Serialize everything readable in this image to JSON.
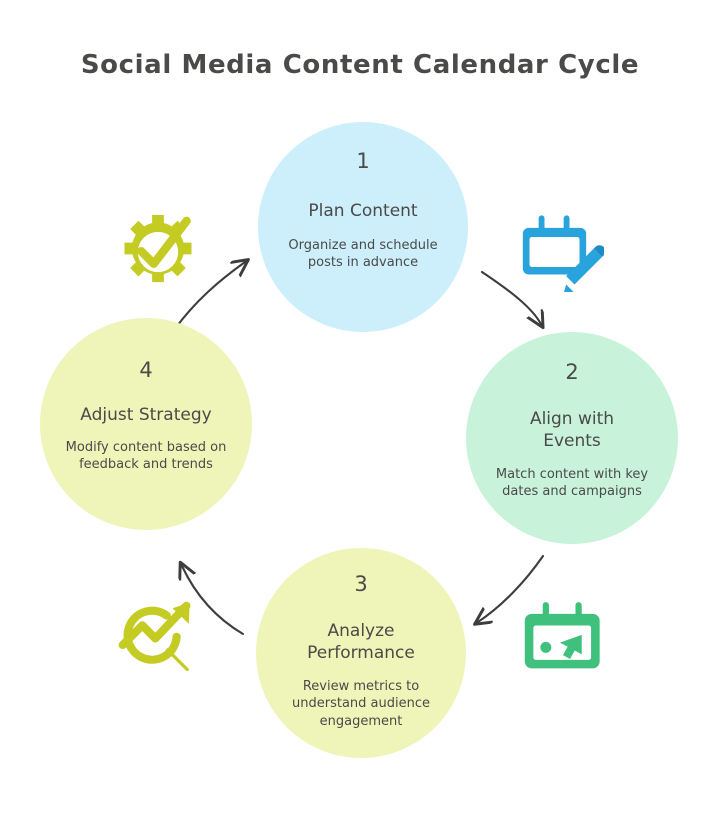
{
  "title": "Social Media Content Calendar Cycle",
  "colors": {
    "text": "#4a4a48",
    "node1_fill": "#cdeefb",
    "node2_fill": "#c8f3da",
    "node3_fill": "#eff5b9",
    "node4_fill": "#eff5b9",
    "arrow": "#3d3d3d",
    "icon_olive": "#c4cb22",
    "icon_blue": "#29a3dc",
    "icon_green": "#3fc07c"
  },
  "nodes": [
    {
      "number": "1",
      "title": "Plan Content",
      "description": "Organize and schedule posts in advance",
      "fill": "#cdeefb"
    },
    {
      "number": "2",
      "title": "Align with Events",
      "description": "Match content with key dates and campaigns",
      "fill": "#c8f3da"
    },
    {
      "number": "3",
      "title": "Analyze Performance",
      "description": "Review metrics to understand audience engagement",
      "fill": "#eff5b9"
    },
    {
      "number": "4",
      "title": "Adjust Strategy",
      "description": "Modify content based on feedback and trends",
      "fill": "#eff5b9"
    }
  ],
  "icons": [
    {
      "name": "gear-check-icon",
      "color": "#c4cb22"
    },
    {
      "name": "calendar-pencil-icon",
      "color": "#29a3dc"
    },
    {
      "name": "calendar-click-icon",
      "color": "#3fc07c"
    },
    {
      "name": "analytics-search-icon",
      "color": "#c4cb22"
    }
  ],
  "arrows": [
    {
      "name": "arrow-1-to-2",
      "from": "1",
      "to": "2"
    },
    {
      "name": "arrow-2-to-3",
      "from": "2",
      "to": "3"
    },
    {
      "name": "arrow-3-to-4",
      "from": "3",
      "to": "4"
    },
    {
      "name": "arrow-4-to-1",
      "from": "4",
      "to": "1"
    }
  ]
}
